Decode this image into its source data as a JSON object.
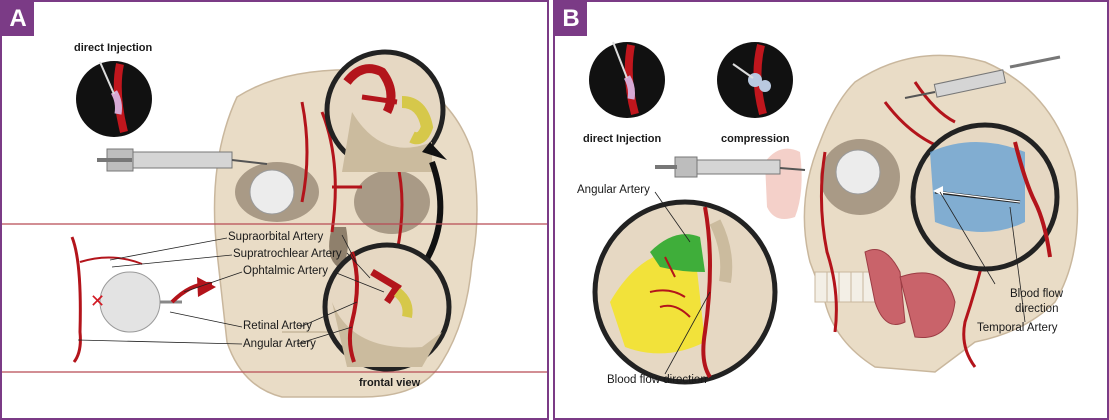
{
  "panel_a": {
    "letter": "A",
    "direct_injection_label": "direct Injection",
    "labels": {
      "supraorbital": "Supraorbital Artery",
      "supratrochlear": "Supratrochlear Artery",
      "ophthalmic": "Ophtalmic Artery",
      "retinal": "Retinal Artery",
      "angular": "Angular Artery"
    },
    "frontal_view": "frontal view"
  },
  "panel_b": {
    "letter": "B",
    "direct_injection_label": "direct Injection",
    "compression_label": "compression",
    "angular_artery": "Angular Artery",
    "blood_flow_direction": "Blood flow direction",
    "blood_flow_line1": "Blood flow",
    "blood_flow_line2": "direction",
    "temporal_artery": "Temporal Artery"
  },
  "colors": {
    "frame": "#7b3b86",
    "artery": "#b3141b",
    "bone": "#e6d8c3",
    "ischemia_green": "#3fae3a",
    "ischemia_yellow": "#f2e23a",
    "blue_zone": "#5f9fd6"
  }
}
